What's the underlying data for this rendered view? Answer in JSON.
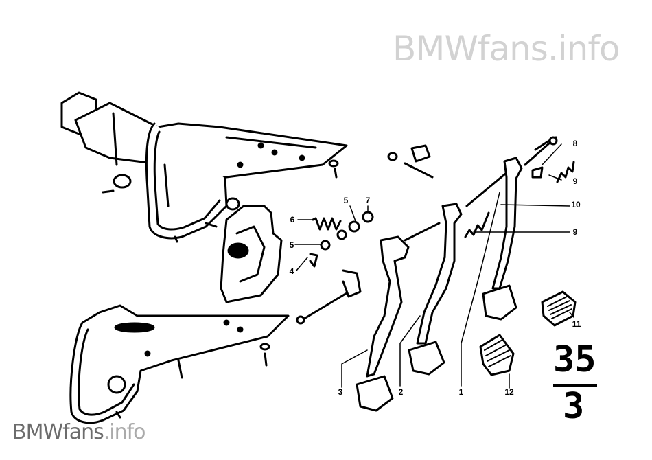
{
  "watermark": {
    "top": "BMWfans.info",
    "bottom_main": "BMWfans",
    "bottom_tail": ".info"
  },
  "group": {
    "main": "35",
    "sub": "3"
  },
  "callouts": [
    {
      "id": "1",
      "label": "1"
    },
    {
      "id": "2",
      "label": "2"
    },
    {
      "id": "3",
      "label": "3"
    },
    {
      "id": "4",
      "label": "4"
    },
    {
      "id": "5a",
      "label": "5"
    },
    {
      "id": "5b",
      "label": "5"
    },
    {
      "id": "6",
      "label": "6"
    },
    {
      "id": "7",
      "label": "7"
    },
    {
      "id": "8",
      "label": "8"
    },
    {
      "id": "9a",
      "label": "9"
    },
    {
      "id": "9b",
      "label": "9"
    },
    {
      "id": "10",
      "label": "10"
    },
    {
      "id": "11",
      "label": "11"
    },
    {
      "id": "12",
      "label": "12"
    }
  ]
}
